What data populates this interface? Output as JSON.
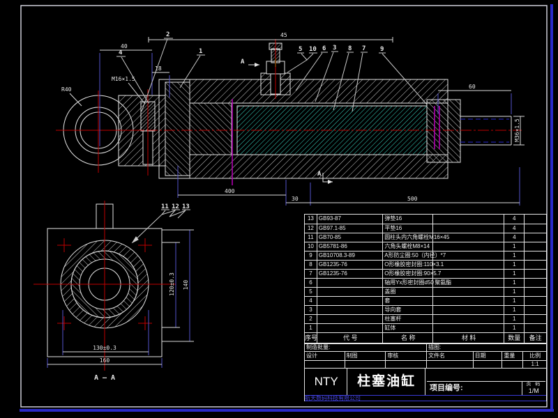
{
  "sheet": {
    "company": "航天数码科技有限公司",
    "model": "NTY",
    "title": "柱塞油缸",
    "project_label": "项目编号:",
    "page_label": "页 码",
    "page_value": "1/M",
    "scale_value": "1:1",
    "labels": {
      "batch": "制造批量:",
      "tracing": "描图:",
      "design": "设计",
      "draft": "制图",
      "check": "审核",
      "filename": "文件名",
      "date": "日期",
      "weight": "重量",
      "scale": "比例"
    },
    "colors": {
      "line": "#e6e6e6",
      "frame_blue": "#2a2ac8",
      "centerline_red": "#c00000",
      "section_magenta": "#b000b0",
      "hatch_cyan": "#3adcc8",
      "hidden_blue": "#2828d0",
      "ext_purple": "#5555cc"
    }
  },
  "bom": {
    "headers": {
      "no": "序号",
      "code": "代  号",
      "name": "名  称",
      "material": "材  料",
      "qty": "数量",
      "remark": "备注"
    },
    "rows": [
      {
        "no": "13",
        "code": "GB93-87",
        "name": "弹垫16",
        "material": "",
        "qty": "4",
        "remark": ""
      },
      {
        "no": "12",
        "code": "GB97.1-85",
        "name": "平垫16",
        "material": "",
        "qty": "4",
        "remark": ""
      },
      {
        "no": "11",
        "code": "GB70-85",
        "name": "圆柱头内六角螺栓M16×45",
        "material": "",
        "qty": "4",
        "remark": ""
      },
      {
        "no": "10",
        "code": "GB5781-86",
        "name": "六角头螺栓M8×14",
        "material": "",
        "qty": "1",
        "remark": ""
      },
      {
        "no": "9",
        "code": "GB10708.3-89",
        "name": "A形防尘圈:50（内径）*7",
        "material": "",
        "qty": "1",
        "remark": ""
      },
      {
        "no": "8",
        "code": "GB1235-76",
        "name": "O形橡胶密封圈:110×3.1",
        "material": "",
        "qty": "1",
        "remark": ""
      },
      {
        "no": "7",
        "code": "GB1235-76",
        "name": "O形橡胶密封圈:90×5.7",
        "material": "",
        "qty": "1",
        "remark": ""
      },
      {
        "no": "6",
        "code": "",
        "name": "轴用Yx形密封圈d50",
        "material": "聚氨酯",
        "qty": "1",
        "remark": ""
      },
      {
        "no": "5",
        "code": "",
        "name": "盖圈",
        "material": "",
        "qty": "1",
        "remark": ""
      },
      {
        "no": "4",
        "code": "",
        "name": "套",
        "material": "",
        "qty": "1",
        "remark": ""
      },
      {
        "no": "3",
        "code": "",
        "name": "导向套",
        "material": "",
        "qty": "1",
        "remark": ""
      },
      {
        "no": "2",
        "code": "",
        "name": "柱塞杆",
        "material": "",
        "qty": "1",
        "remark": ""
      },
      {
        "no": "1",
        "code": "",
        "name": "缸体",
        "material": "",
        "qty": "1",
        "remark": ""
      }
    ]
  },
  "drawing": {
    "balloons": [
      "1",
      "2",
      "3",
      "4",
      "5",
      "6",
      "7",
      "8",
      "9",
      "10",
      "11",
      "12",
      "13"
    ],
    "dims": {
      "d40": "40",
      "d18": "18",
      "m16": "M16×1.5",
      "r40": "R40",
      "d45": "45",
      "d60": "60",
      "m36": "M36×1.5",
      "d400": "400",
      "d30": "30",
      "d500": "500",
      "d130": "130±0.3",
      "d160": "160",
      "d120": "120±0.3",
      "d140": "140"
    },
    "section": {
      "mark": "A",
      "title": "A — A"
    }
  }
}
